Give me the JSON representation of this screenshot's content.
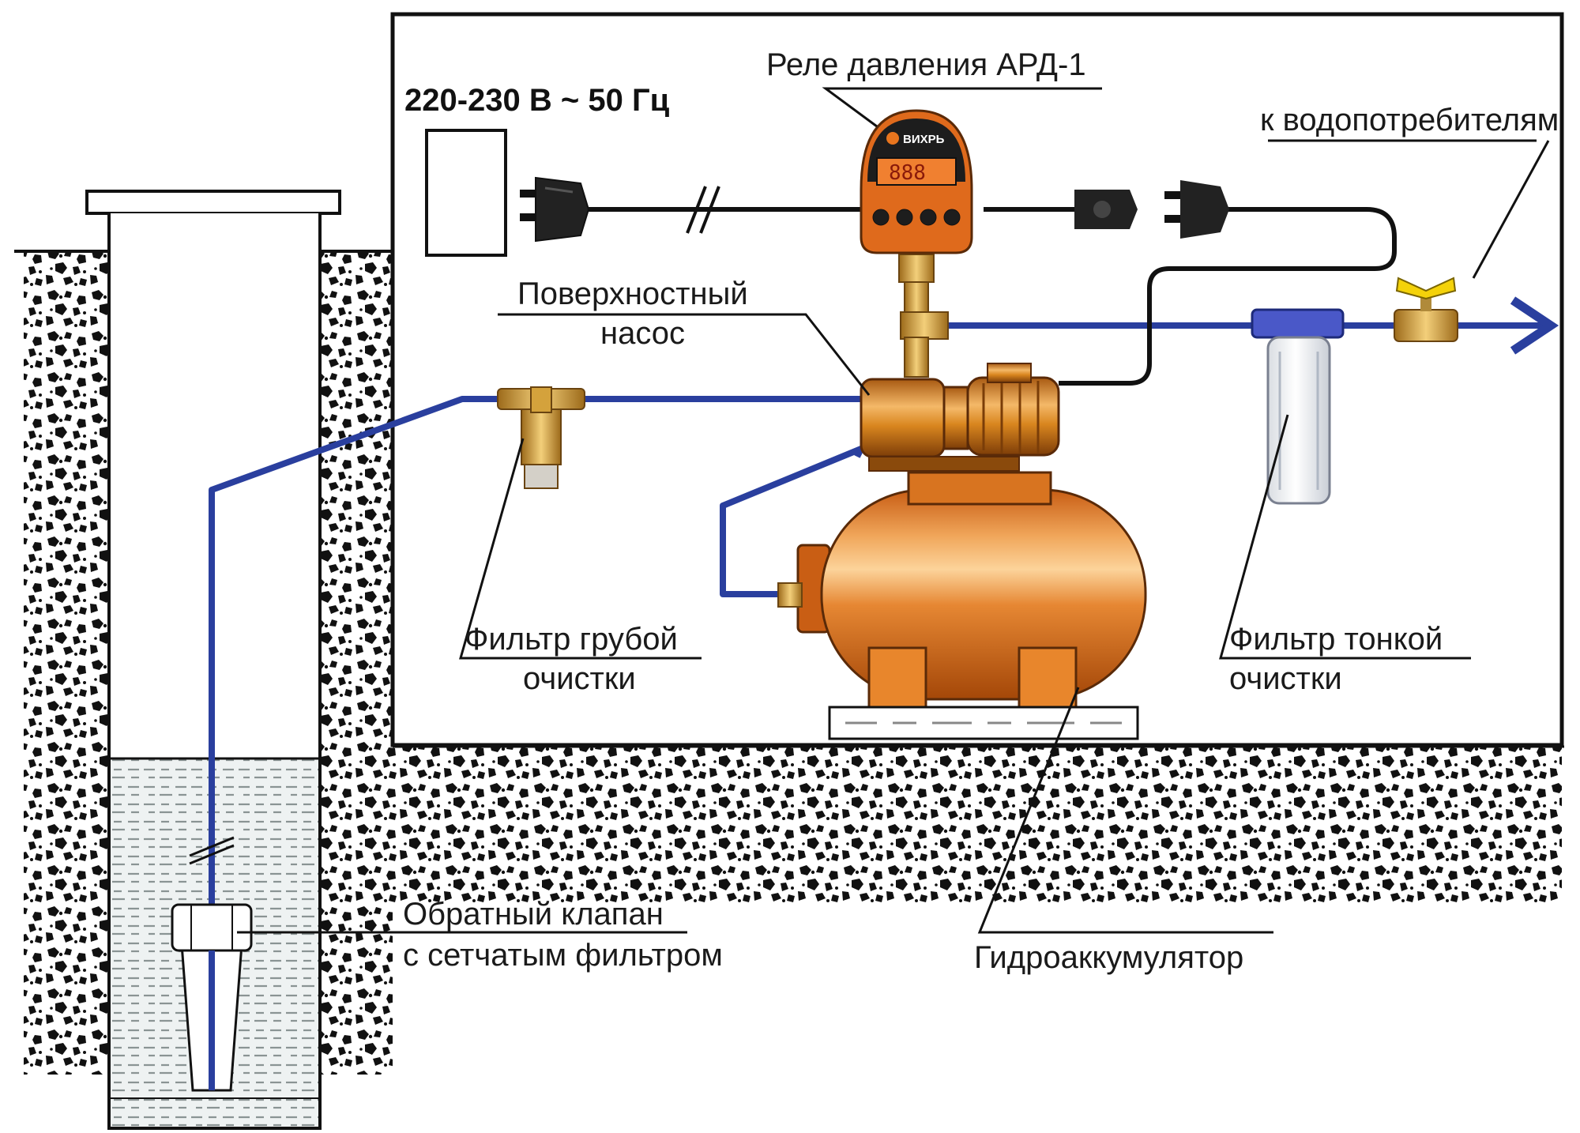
{
  "diagram": {
    "power_label": "220-230 В ~ 50 Гц",
    "labels": {
      "pressure_relay": "Реле давления АРД-1",
      "consumers": "к водопотребителям",
      "surface_pump_line1": "Поверхностный",
      "surface_pump_line2": "насос",
      "coarse_filter_line1": "Фильтр грубой",
      "coarse_filter_line2": "очистки",
      "fine_filter_line1": "Фильтр тонкой",
      "fine_filter_line2": "очистки",
      "check_valve_line1": "Обратный клапан",
      "check_valve_line2": "с сетчатым фильтром",
      "accumulator": "Гидроаккумулятор"
    },
    "relay": {
      "brand": "ВИХРЬ",
      "display": "888"
    },
    "colors": {
      "pipe": "#2a3f9e",
      "equipment": "#d9741e",
      "equipment_light": "#f2b05a",
      "soil": "#111111",
      "water": "#dfe6e6"
    }
  }
}
